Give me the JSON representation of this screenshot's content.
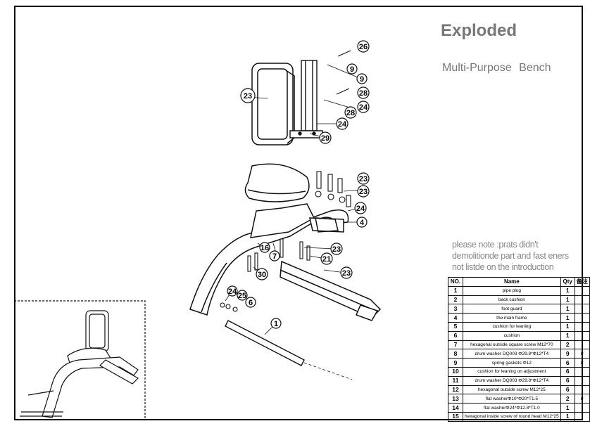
{
  "header": {
    "title": "Exploded",
    "subtitle": "Multi-Purpose Bench"
  },
  "note": "please note :prats didn't demolitionde part and fast eners not listde on the introduction",
  "parts_table": {
    "columns": [
      "NO.",
      "Name",
      "Qty",
      "备注"
    ],
    "rows": [
      {
        "no": "1",
        "name": "pipe plug",
        "qty": "1",
        "mark": ""
      },
      {
        "no": "2",
        "name": "back cushion",
        "qty": "1",
        "mark": ""
      },
      {
        "no": "3",
        "name": "foot guard",
        "qty": "1",
        "mark": ""
      },
      {
        "no": "4",
        "name": "the main frame",
        "qty": "1",
        "mark": ""
      },
      {
        "no": "5",
        "name": "cushion for leaning",
        "qty": "1",
        "mark": ""
      },
      {
        "no": "6",
        "name": "cushion",
        "qty": "1",
        "mark": ""
      },
      {
        "no": "7",
        "name": "hexagonal outside square screw M12*70",
        "qty": "2",
        "mark": ""
      },
      {
        "no": "8",
        "name": "drum washer DQ003 Φ29.8*Φ12*T4",
        "qty": "9",
        "mark": "#"
      },
      {
        "no": "9",
        "name": "spring gaskets Φ12",
        "qty": "6",
        "mark": "#"
      },
      {
        "no": "10",
        "name": "cushion for leaning on adjustment",
        "qty": "6",
        "mark": ""
      },
      {
        "no": "11",
        "name": "drum washer DQ003 Φ29.8*Φ12*T4",
        "qty": "6",
        "mark": ""
      },
      {
        "no": "12",
        "name": "hexagonal outside screw M12*25",
        "qty": "6",
        "mark": ""
      },
      {
        "no": "13",
        "name": "flat washerΦ10*Φ20*T1.5",
        "qty": "2",
        "mark": "#"
      },
      {
        "no": "14",
        "name": "flat washerΦ24*Φ12.8*T1.0",
        "qty": "1",
        "mark": ""
      },
      {
        "no": "15",
        "name": "hexagonal inside screw of round head M12*25",
        "qty": "1",
        "mark": ""
      }
    ]
  },
  "callouts": [
    "26",
    "9",
    "9",
    "28",
    "28",
    "24",
    "24",
    "29",
    "23",
    "23",
    "23",
    "24",
    "4",
    "23",
    "21",
    "23",
    "16",
    "7",
    "30",
    "24",
    "25",
    "6",
    "1"
  ]
}
